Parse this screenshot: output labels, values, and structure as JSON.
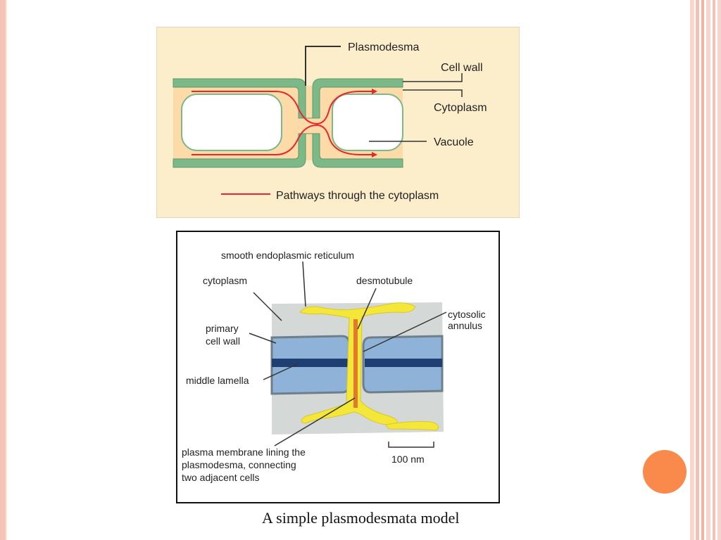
{
  "slide": {
    "colors": {
      "background": "#ffffff",
      "border_pink": "#f4c4b6",
      "accent_orange": "#f98a4c"
    }
  },
  "figure_top": {
    "labels": {
      "plasmodesma": "Plasmodesma",
      "cell_wall": "Cell wall",
      "cytoplasm": "Cytoplasm",
      "vacuole": "Vacuole",
      "legend": "Pathways through the cytoplasm"
    },
    "colors": {
      "background": "#fdeecb",
      "cytoplasm": "#fddba9",
      "cell_wall": "#7db889",
      "vacuole": "#ffffff",
      "pathway": "#e8262c"
    }
  },
  "figure_bottom": {
    "labels": {
      "smooth_er": "smooth endoplasmic reticulum",
      "cytoplasm": "cytoplasm",
      "desmotubule": "desmotubule",
      "cytosolic": "cytosolic",
      "annulus": "annulus",
      "primary": "primary",
      "cell_wall": "cell wall",
      "middle_lamella": "middle lamella",
      "plasma_line1": "plasma membrane lining the",
      "plasma_line2": "plasmodesma, connecting",
      "plasma_line3": "two adjacent cells",
      "scale": "100 nm"
    },
    "colors": {
      "cytoplasm": "#d4d8d6",
      "cell_wall": "#8fb2d8",
      "middle_lamella": "#1f3f73",
      "er": "#f4e73a",
      "desmotubule": "#e07b2a"
    }
  },
  "caption": "A simple plasmodesmata model"
}
